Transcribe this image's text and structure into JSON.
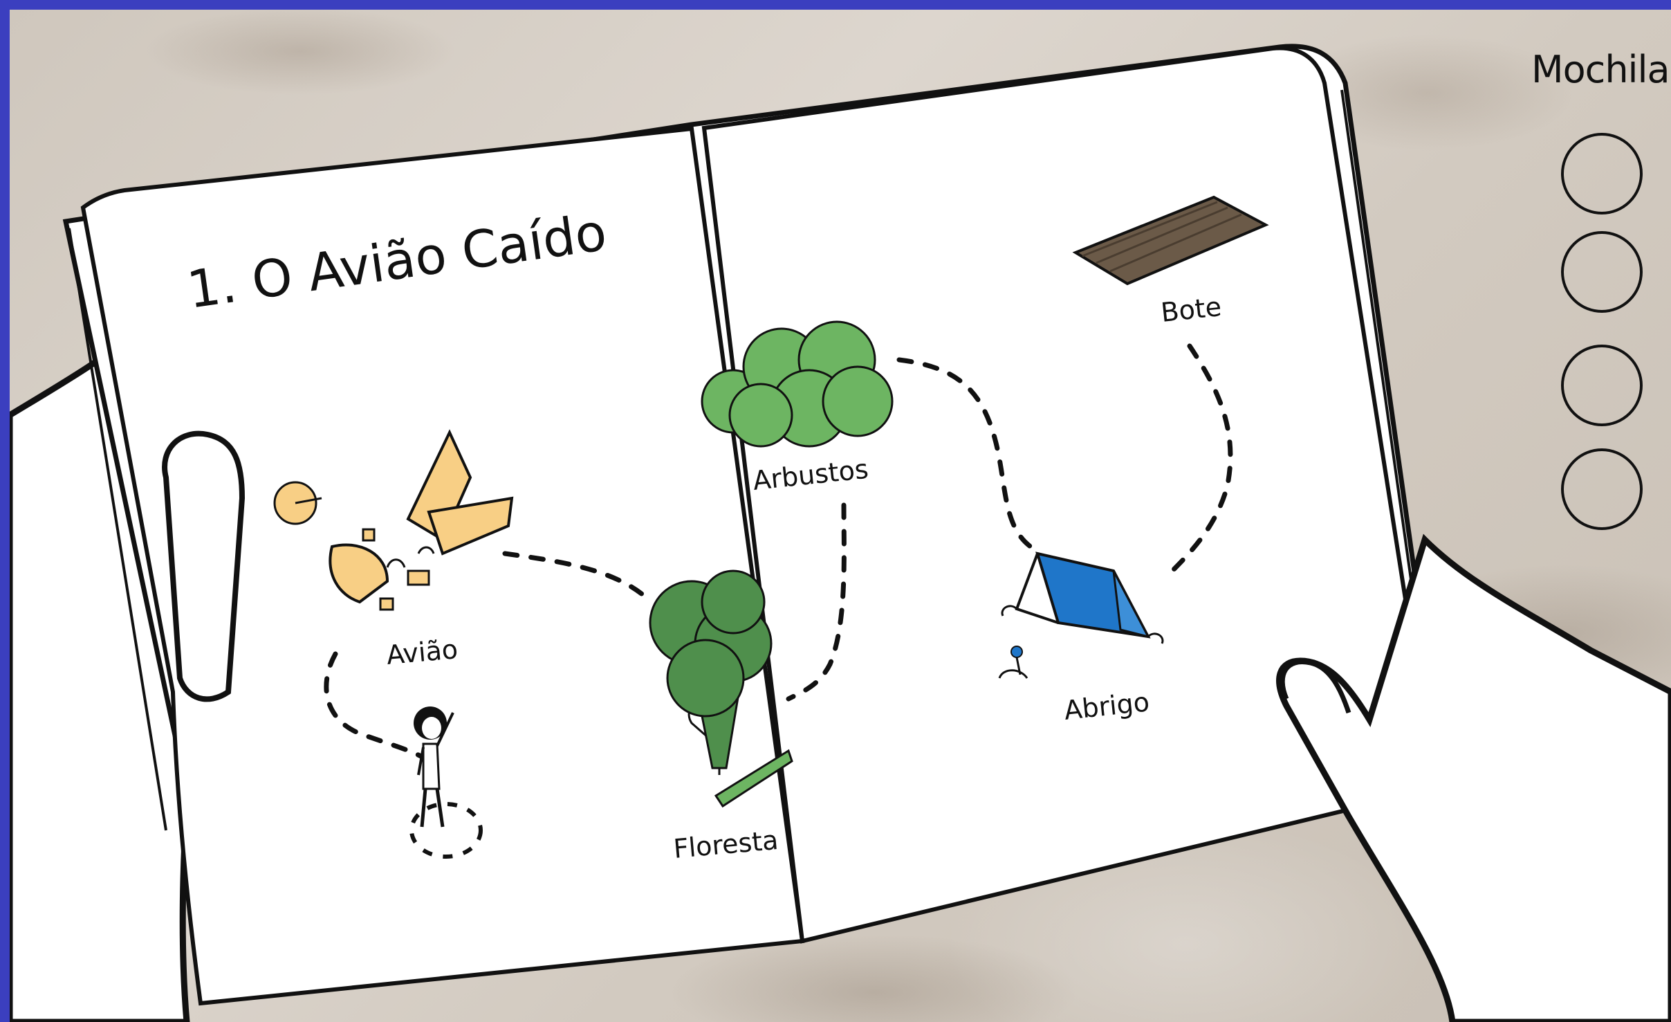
{
  "title": "1. O Avião Caído",
  "backpack": {
    "label": "Mochila",
    "slots": [
      "empty",
      "empty",
      "empty",
      "empty"
    ]
  },
  "locations": {
    "aviao": "Avião",
    "floresta": "Floresta",
    "arbustos": "Arbustos",
    "abrigo": "Abrigo",
    "bote": "Bote"
  },
  "colors": {
    "background_border": "#3b3fbf",
    "plane": "#f8cf85",
    "forest": "#4f8f4c",
    "bushes": "#6db562",
    "tent": "#1f76c9",
    "raft": "#6b5a48"
  },
  "icons": [
    "plane-wreck-icon",
    "castaway-icon",
    "tree-icon",
    "bushes-icon",
    "tent-icon",
    "raft-icon"
  ]
}
